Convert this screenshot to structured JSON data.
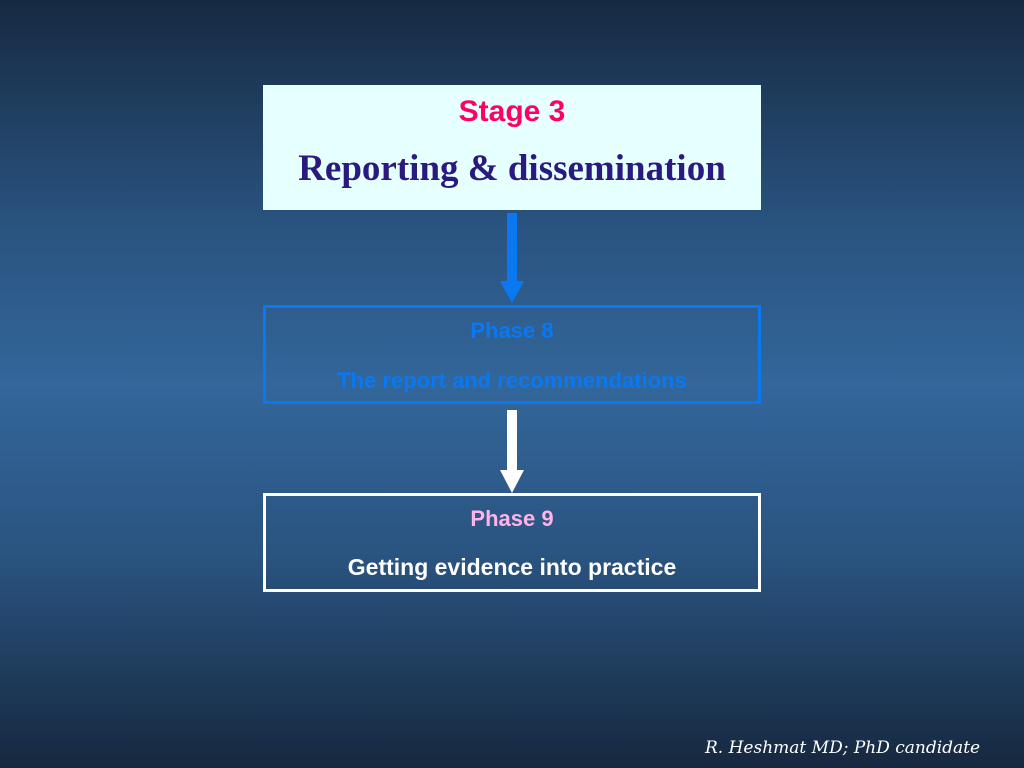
{
  "stage": {
    "label": "Stage 3",
    "title": "Reporting & dissemination"
  },
  "phase8": {
    "label": "Phase 8",
    "title": "The report and recommendations"
  },
  "phase9": {
    "label": "Phase 9",
    "title": "Getting evidence into practice"
  },
  "footer": {
    "credit": "R. Heshmat MD; PhD candidate"
  },
  "colors": {
    "stage_label": "#ff0066",
    "stage_title": "#2a1a80",
    "phase8": "#0a78f0",
    "phase9_label": "#ffb3e6"
  }
}
